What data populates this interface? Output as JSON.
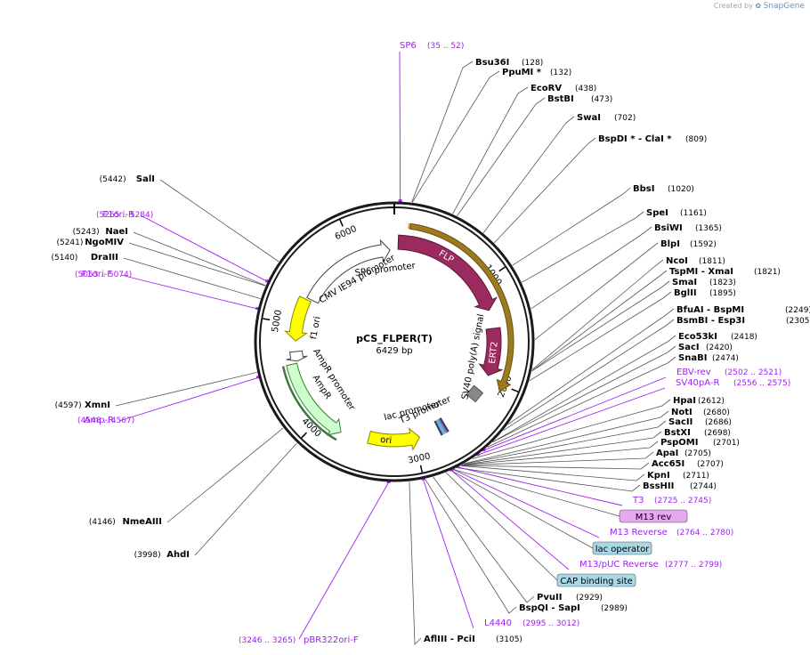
{
  "credit": {
    "text": "Created by",
    "brand": "SnapGene"
  },
  "plasmid": {
    "name": "pCS_FLPER(T)",
    "size_label": "6429 bp",
    "length": 6429
  },
  "ticks": [
    {
      "label": "1000",
      "bp": 1000
    },
    {
      "label": "2000",
      "bp": 2000
    },
    {
      "label": "3000",
      "bp": 3000
    },
    {
      "label": "4000",
      "bp": 4000
    },
    {
      "label": "5000",
      "bp": 5000
    },
    {
      "label": "6000",
      "bp": 6000
    }
  ],
  "features": [
    {
      "name": "FLP",
      "type": "cds",
      "color": "#9b2b5e"
    },
    {
      "name": "ERT2",
      "type": "cds",
      "color": "#9b2b5e"
    },
    {
      "name": "SV40 poly(A) signal",
      "type": "terminator",
      "color": "#888888"
    },
    {
      "name": "T3 promoter",
      "type": "promoter",
      "color": "#ffffff"
    },
    {
      "name": "lac promoter",
      "type": "promoter",
      "color": "#ffffff"
    },
    {
      "name": "ori",
      "type": "rep_origin",
      "color": "#ffff00"
    },
    {
      "name": "AmpR promoter",
      "type": "promoter",
      "color": "#ffffff"
    },
    {
      "name": "AmpR",
      "type": "cds",
      "color": "#ccffcc"
    },
    {
      "name": "f1 ori",
      "type": "rep_origin",
      "color": "#ffff00"
    },
    {
      "name": "CMV IE94 promoter",
      "type": "promoter",
      "color": "#ffffff"
    },
    {
      "name": "SP6 promoter",
      "type": "promoter",
      "color": "#ffffff"
    }
  ],
  "sites_right": [
    {
      "name": "Bsu36I",
      "pos": "(128)",
      "bp": 128
    },
    {
      "name": "PpuMI *",
      "pos": "(132)",
      "bp": 132
    },
    {
      "name": "EcoRV",
      "pos": "(438)",
      "bp": 438
    },
    {
      "name": "BstBI",
      "pos": "(473)",
      "bp": 473
    },
    {
      "name": "SwaI",
      "pos": "(702)",
      "bp": 702
    },
    {
      "name": "BspDI * - ClaI *",
      "pos": "(809)",
      "bp": 809
    },
    {
      "name": "BbsI",
      "pos": "(1020)",
      "bp": 1020
    },
    {
      "name": "SpeI",
      "pos": "(1161)",
      "bp": 1161
    },
    {
      "name": "BsiWI",
      "pos": "(1365)",
      "bp": 1365
    },
    {
      "name": "BlpI",
      "pos": "(1592)",
      "bp": 1592
    },
    {
      "name": "NcoI",
      "pos": "(1811)",
      "bp": 1811
    },
    {
      "name": "TspMI - XmaI",
      "pos": "(1821)",
      "bp": 1821
    },
    {
      "name": "SmaI",
      "pos": "(1823)",
      "bp": 1823
    },
    {
      "name": "BglII",
      "pos": "(1895)",
      "bp": 1895
    },
    {
      "name": "BfuAI - BspMI",
      "pos": "(2249)",
      "bp": 2249
    },
    {
      "name": "BsmBI - Esp3I",
      "pos": "(2305)",
      "bp": 2305
    },
    {
      "name": "Eco53kI",
      "pos": "(2418)",
      "bp": 2418
    },
    {
      "name": "SacI",
      "pos": "(2420)",
      "bp": 2420
    },
    {
      "name": "SnaBI",
      "pos": "(2474)",
      "bp": 2474
    },
    {
      "name": "HpaI",
      "pos": "(2612)",
      "bp": 2612
    },
    {
      "name": "NotI",
      "pos": "(2680)",
      "bp": 2680
    },
    {
      "name": "SacII",
      "pos": "(2686)",
      "bp": 2686
    },
    {
      "name": "BstXI",
      "pos": "(2698)",
      "bp": 2698
    },
    {
      "name": "PspOMI",
      "pos": "(2701)",
      "bp": 2701
    },
    {
      "name": "ApaI",
      "pos": "(2705)",
      "bp": 2705
    },
    {
      "name": "Acc65I",
      "pos": "(2707)",
      "bp": 2707
    },
    {
      "name": "KpnI",
      "pos": "(2711)",
      "bp": 2711
    },
    {
      "name": "BssHII",
      "pos": "(2744)",
      "bp": 2744
    },
    {
      "name": "PvuII",
      "pos": "(2929)",
      "bp": 2929
    },
    {
      "name": "BspQI - SapI",
      "pos": "(2989)",
      "bp": 2989
    },
    {
      "name": "AflIII - PciI",
      "pos": "(3105)",
      "bp": 3105
    }
  ],
  "sites_left": [
    {
      "name": "SalI",
      "pos": "(5442)",
      "bp": 5442
    },
    {
      "name": "NaeI",
      "pos": "(5243)",
      "bp": 5243
    },
    {
      "name": "NgoMIV",
      "pos": "(5241)",
      "bp": 5241
    },
    {
      "name": "DraIII",
      "pos": "(5140)",
      "bp": 5140
    },
    {
      "name": "XmnI",
      "pos": "(4597)",
      "bp": 4597
    },
    {
      "name": "NmeAIII",
      "pos": "(4146)",
      "bp": 4146
    },
    {
      "name": "AhdI",
      "pos": "(3998)",
      "bp": 3998
    }
  ],
  "primers": [
    {
      "name": "SP6",
      "pos": "(35 .. 52)",
      "bp": 43
    },
    {
      "name": "F1ori-R",
      "pos": "(5265 .. 5284)",
      "bp": 5275
    },
    {
      "name": "F1ori-F",
      "pos": "(5053 .. 5074)",
      "bp": 5063
    },
    {
      "name": "Amp-R",
      "pos": "(4548 .. 4567)",
      "bp": 4558
    },
    {
      "name": "EBV-rev",
      "pos": "(2502 .. 2521)",
      "bp": 2511
    },
    {
      "name": "SV40pA-R",
      "pos": "(2556 .. 2575)",
      "bp": 2565
    },
    {
      "name": "T3",
      "pos": "(2725 .. 2745)",
      "bp": 2735
    },
    {
      "name": "M13 Reverse",
      "pos": "(2764 .. 2780)",
      "bp": 2772
    },
    {
      "name": "M13/pUC Reverse",
      "pos": "(2777 .. 2799)",
      "bp": 2788
    },
    {
      "name": "L4440",
      "pos": "(2995 .. 3012)",
      "bp": 3003
    },
    {
      "name": "pBR322ori-F",
      "pos": "(3246 .. 3265)",
      "bp": 3255
    }
  ],
  "boxes": [
    {
      "name": "M13 rev",
      "color": "#e6a8f0",
      "bp": 2772
    },
    {
      "name": "lac operator",
      "color": "#a8d8e6",
      "bp": 2790
    },
    {
      "name": "CAP binding site",
      "color": "#a8d8e6",
      "bp": 2830
    }
  ],
  "colors": {
    "site_line": "#555555",
    "primer": "#a020f0",
    "backbone": "#1a1a1a",
    "flp_highlight": "#f0b040"
  }
}
